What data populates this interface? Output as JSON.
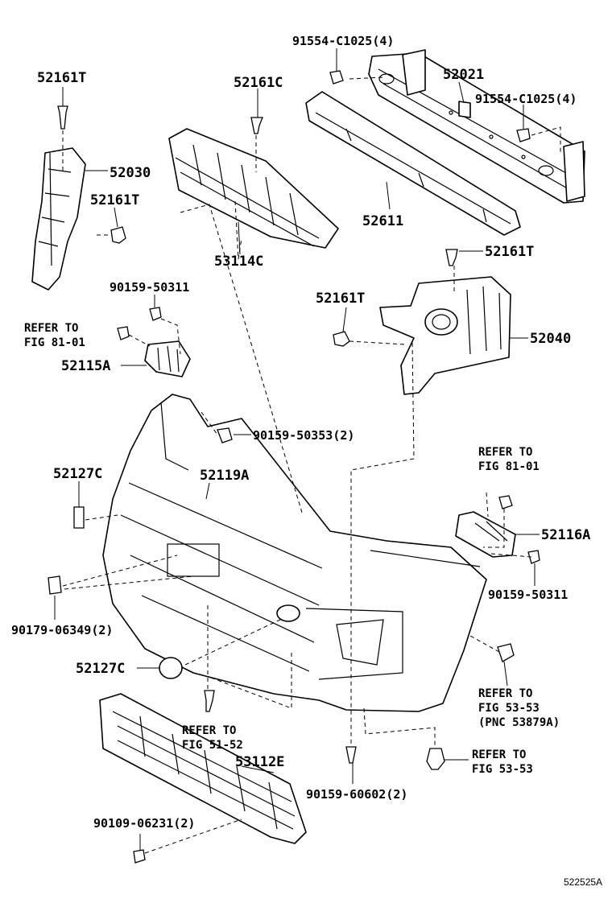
{
  "labels": {
    "p91554_top": "91554-C1025(4)",
    "p52021": "52021",
    "p91554_right": "91554-C1025(4)",
    "p52161T_a": "52161T",
    "p52161C": "52161C",
    "p52030": "52030",
    "p52161T_b": "52161T",
    "p52611": "52611",
    "p53114C": "53114C",
    "p52161T_c": "52161T",
    "p90159_50311_a": "90159-50311",
    "p52161T_d": "52161T",
    "p52040": "52040",
    "refer_a_1": "REFER TO",
    "refer_a_2": "FIG 81-01",
    "p52115A": "52115A",
    "p90159_50353": "90159-50353(2)",
    "refer_b_1": "REFER TO",
    "refer_b_2": "FIG 81-01",
    "p52127C_a": "52127C",
    "p52119A": "52119A",
    "p52116A": "52116A",
    "p90159_50311_b": "90159-50311",
    "p90179": "90179-06349(2)",
    "p52127C_b": "52127C",
    "refer_c_1": "REFER TO",
    "refer_c_2": "FIG 53-53",
    "refer_c_3": "(PNC 53879A)",
    "refer_d_1": "REFER TO",
    "refer_d_2": "FIG 51-52",
    "p53112E": "53112E",
    "refer_e_1": "REFER TO",
    "refer_e_2": "FIG 53-53",
    "p90159_60602": "90159-60602(2)",
    "p90109": "90109-06231(2)",
    "diagram_code": "522525A"
  }
}
